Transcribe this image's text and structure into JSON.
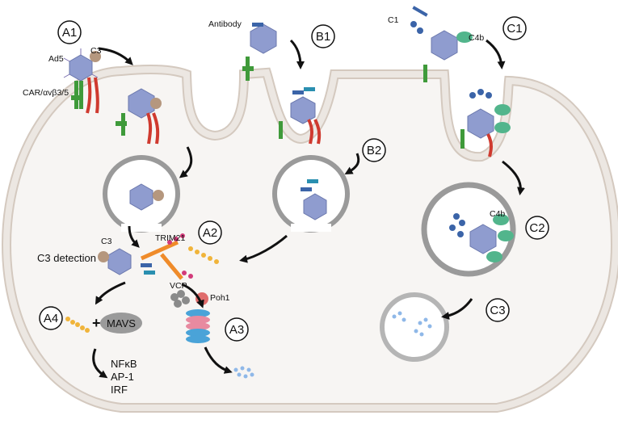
{
  "steps": {
    "a1": "A1",
    "a2": "A2",
    "a3": "A3",
    "a4": "A4",
    "b1": "B1",
    "b2": "B2",
    "c1": "C1",
    "c2": "C2",
    "c3": "C3"
  },
  "labels": {
    "ad5": "Ad5",
    "c3_top": "C3",
    "receptor": "CAR/αvβ3/5",
    "antibody": "Antibody",
    "c1": "C1",
    "c4b_top": "C4b",
    "c4b_vesicle": "C4b",
    "c3_cyto": "C3",
    "c3_detection": "C3 detection",
    "trim21": "TRIM21",
    "vcp": "VCP",
    "poh1": "Poh1",
    "plus": "+",
    "mavs": "MAVS",
    "nfkb": "NFκB",
    "ap1": "AP-1",
    "irf": "IRF"
  },
  "colors": {
    "membrane_fill": "#ece7e2",
    "membrane_stroke": "#c8bdb3",
    "cell_interior": "#f7f5f3",
    "virus": "#8f9ccf",
    "virus_edge": "#6b78ad",
    "c3": "#b5977e",
    "car_receptor": "#3f9a3a",
    "integrin": "#cf3a2f",
    "antibody": "#3b64a8",
    "c4b": "#52b58c",
    "trim21": "#ef8b2a",
    "ubiquitin": "#f0b43a",
    "proteasome_pink": "#e88aa0",
    "proteasome_blue": "#4aa3d8",
    "mavs": "#9a9a9a",
    "vcp": "#8a8a8a",
    "poh1": "#e06c6c"
  }
}
